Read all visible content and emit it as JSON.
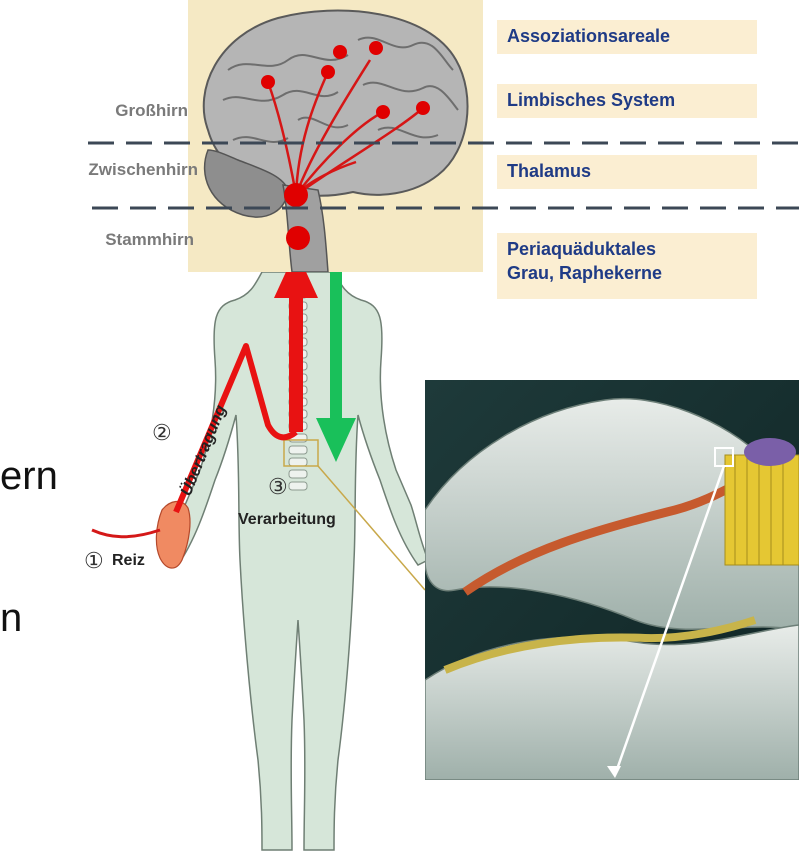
{
  "brain_levels": {
    "grosshirn": "Großhirn",
    "zwischenhirn": "Zwischenhirn",
    "stammhirn": "Stammhirn"
  },
  "info_boxes": {
    "assoziationsareale": "Assoziationsareale",
    "limbisches_system": "Limbisches System",
    "thalamus": "Thalamus",
    "periaquaeduktales_line1": "Periaquäduktales",
    "periaquaeduktales_line2": "Grau, Raphekerne"
  },
  "steps": {
    "step1_number": "①",
    "step1_label": "Reiz",
    "step2_number": "②",
    "step2_label": "Übertragung",
    "step3_number": "③",
    "step3_label": "Verarbeitung"
  },
  "side_fragments": {
    "line1": "ern",
    "line2": "n"
  },
  "colors": {
    "ascending_pathway": "#e81212",
    "descending_pathway": "#19c05a",
    "info_text": "#1f3b86",
    "info_box_bg": "#fbeed2",
    "body_fill": "#d6e6d9"
  },
  "icons": {
    "brain": "brain-illustration",
    "body": "human-body-silhouette",
    "spine": "spinal-cord-closeup"
  }
}
